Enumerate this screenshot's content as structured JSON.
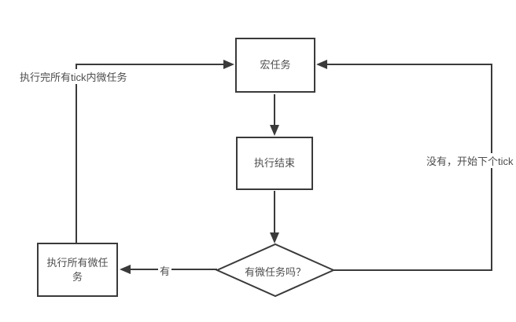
{
  "diagram": {
    "type": "flowchart",
    "nodes": [
      {
        "id": "macro-task",
        "shape": "rect",
        "label": "宏任务"
      },
      {
        "id": "execution-end",
        "shape": "rect",
        "label": "执行结束"
      },
      {
        "id": "run-all-microtasks",
        "shape": "rect",
        "label": "执行所有微任务"
      },
      {
        "id": "has-microtasks",
        "shape": "diamond",
        "label": "有微任务吗？"
      }
    ],
    "edges": [
      {
        "from": "macro-task",
        "to": "execution-end",
        "label": ""
      },
      {
        "from": "execution-end",
        "to": "has-microtasks",
        "label": ""
      },
      {
        "from": "has-microtasks",
        "to": "run-all-microtasks",
        "label": "有"
      },
      {
        "from": "run-all-microtasks",
        "to": "macro-task",
        "label": "执行完所有tick内微任务"
      },
      {
        "from": "has-microtasks",
        "to": "macro-task",
        "label": "没有，开始下个tick"
      }
    ],
    "edge_labels": {
      "after_tick_microtasks": "执行完所有tick内微任务",
      "no_start_next_tick": "没有，开始下个tick",
      "yes": "有"
    },
    "colors": {
      "stroke": "#3a3a3a",
      "text": "#4d4d4d",
      "background": "#ffffff"
    }
  }
}
